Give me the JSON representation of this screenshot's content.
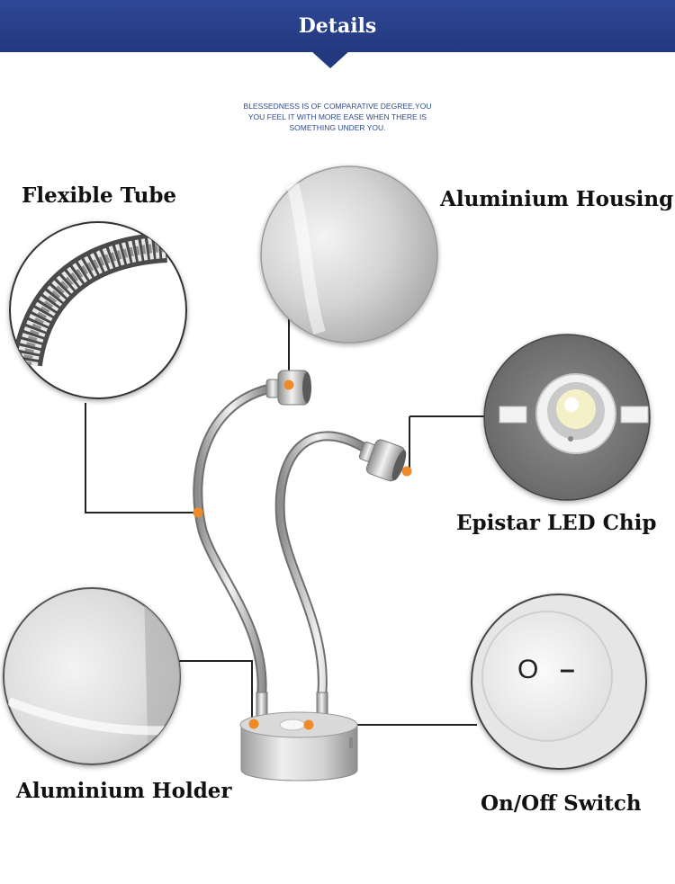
{
  "header": {
    "title": "Details"
  },
  "tagline": {
    "lines": [
      "BLESSEDNESS IS OF COMPARATIVE DEGREE,YOU",
      "YOU FEEL IT WITH MORE EASE WHEN THERE IS",
      "SOMETHING UNDER YOU."
    ]
  },
  "callouts": {
    "flexible_tube": "Flexible Tube",
    "aluminium_housing": "Aluminium Housing",
    "epistar_led_chip": "Epistar LED Chip",
    "aluminium_holder": "Aluminium Holder",
    "on_off_switch": "On/Off Switch"
  },
  "switch_symbols": {
    "off": "O",
    "on": "–"
  },
  "colors": {
    "banner": "#22387f",
    "marker": "#f08a28",
    "leader_line": "#222222"
  }
}
